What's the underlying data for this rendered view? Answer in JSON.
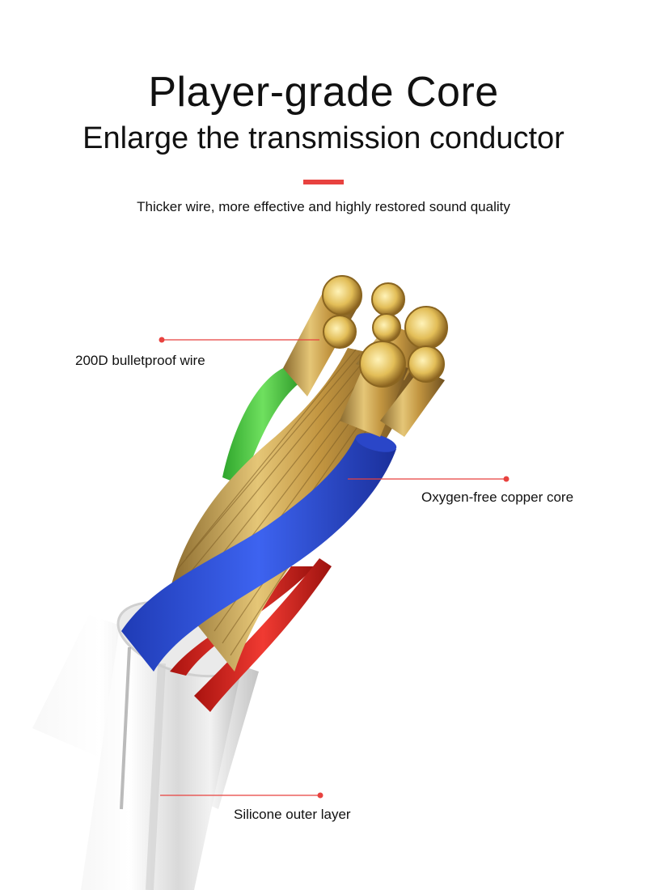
{
  "header": {
    "title": "Player-grade Core",
    "subtitle": "Enlarge the transmission conductor",
    "tagline": "Thicker wire, more effective and highly restored sound quality"
  },
  "callouts": [
    {
      "label": "200D bulletproof wire"
    },
    {
      "label": "Oxygen-free copper core"
    },
    {
      "label": "Silicone outer layer"
    }
  ],
  "colors": {
    "accent": "#e8423f",
    "wire_blue": "#2b4fd6",
    "wire_green": "#3fc23a",
    "wire_red": "#d8201f",
    "copper": "#c9a24a"
  }
}
